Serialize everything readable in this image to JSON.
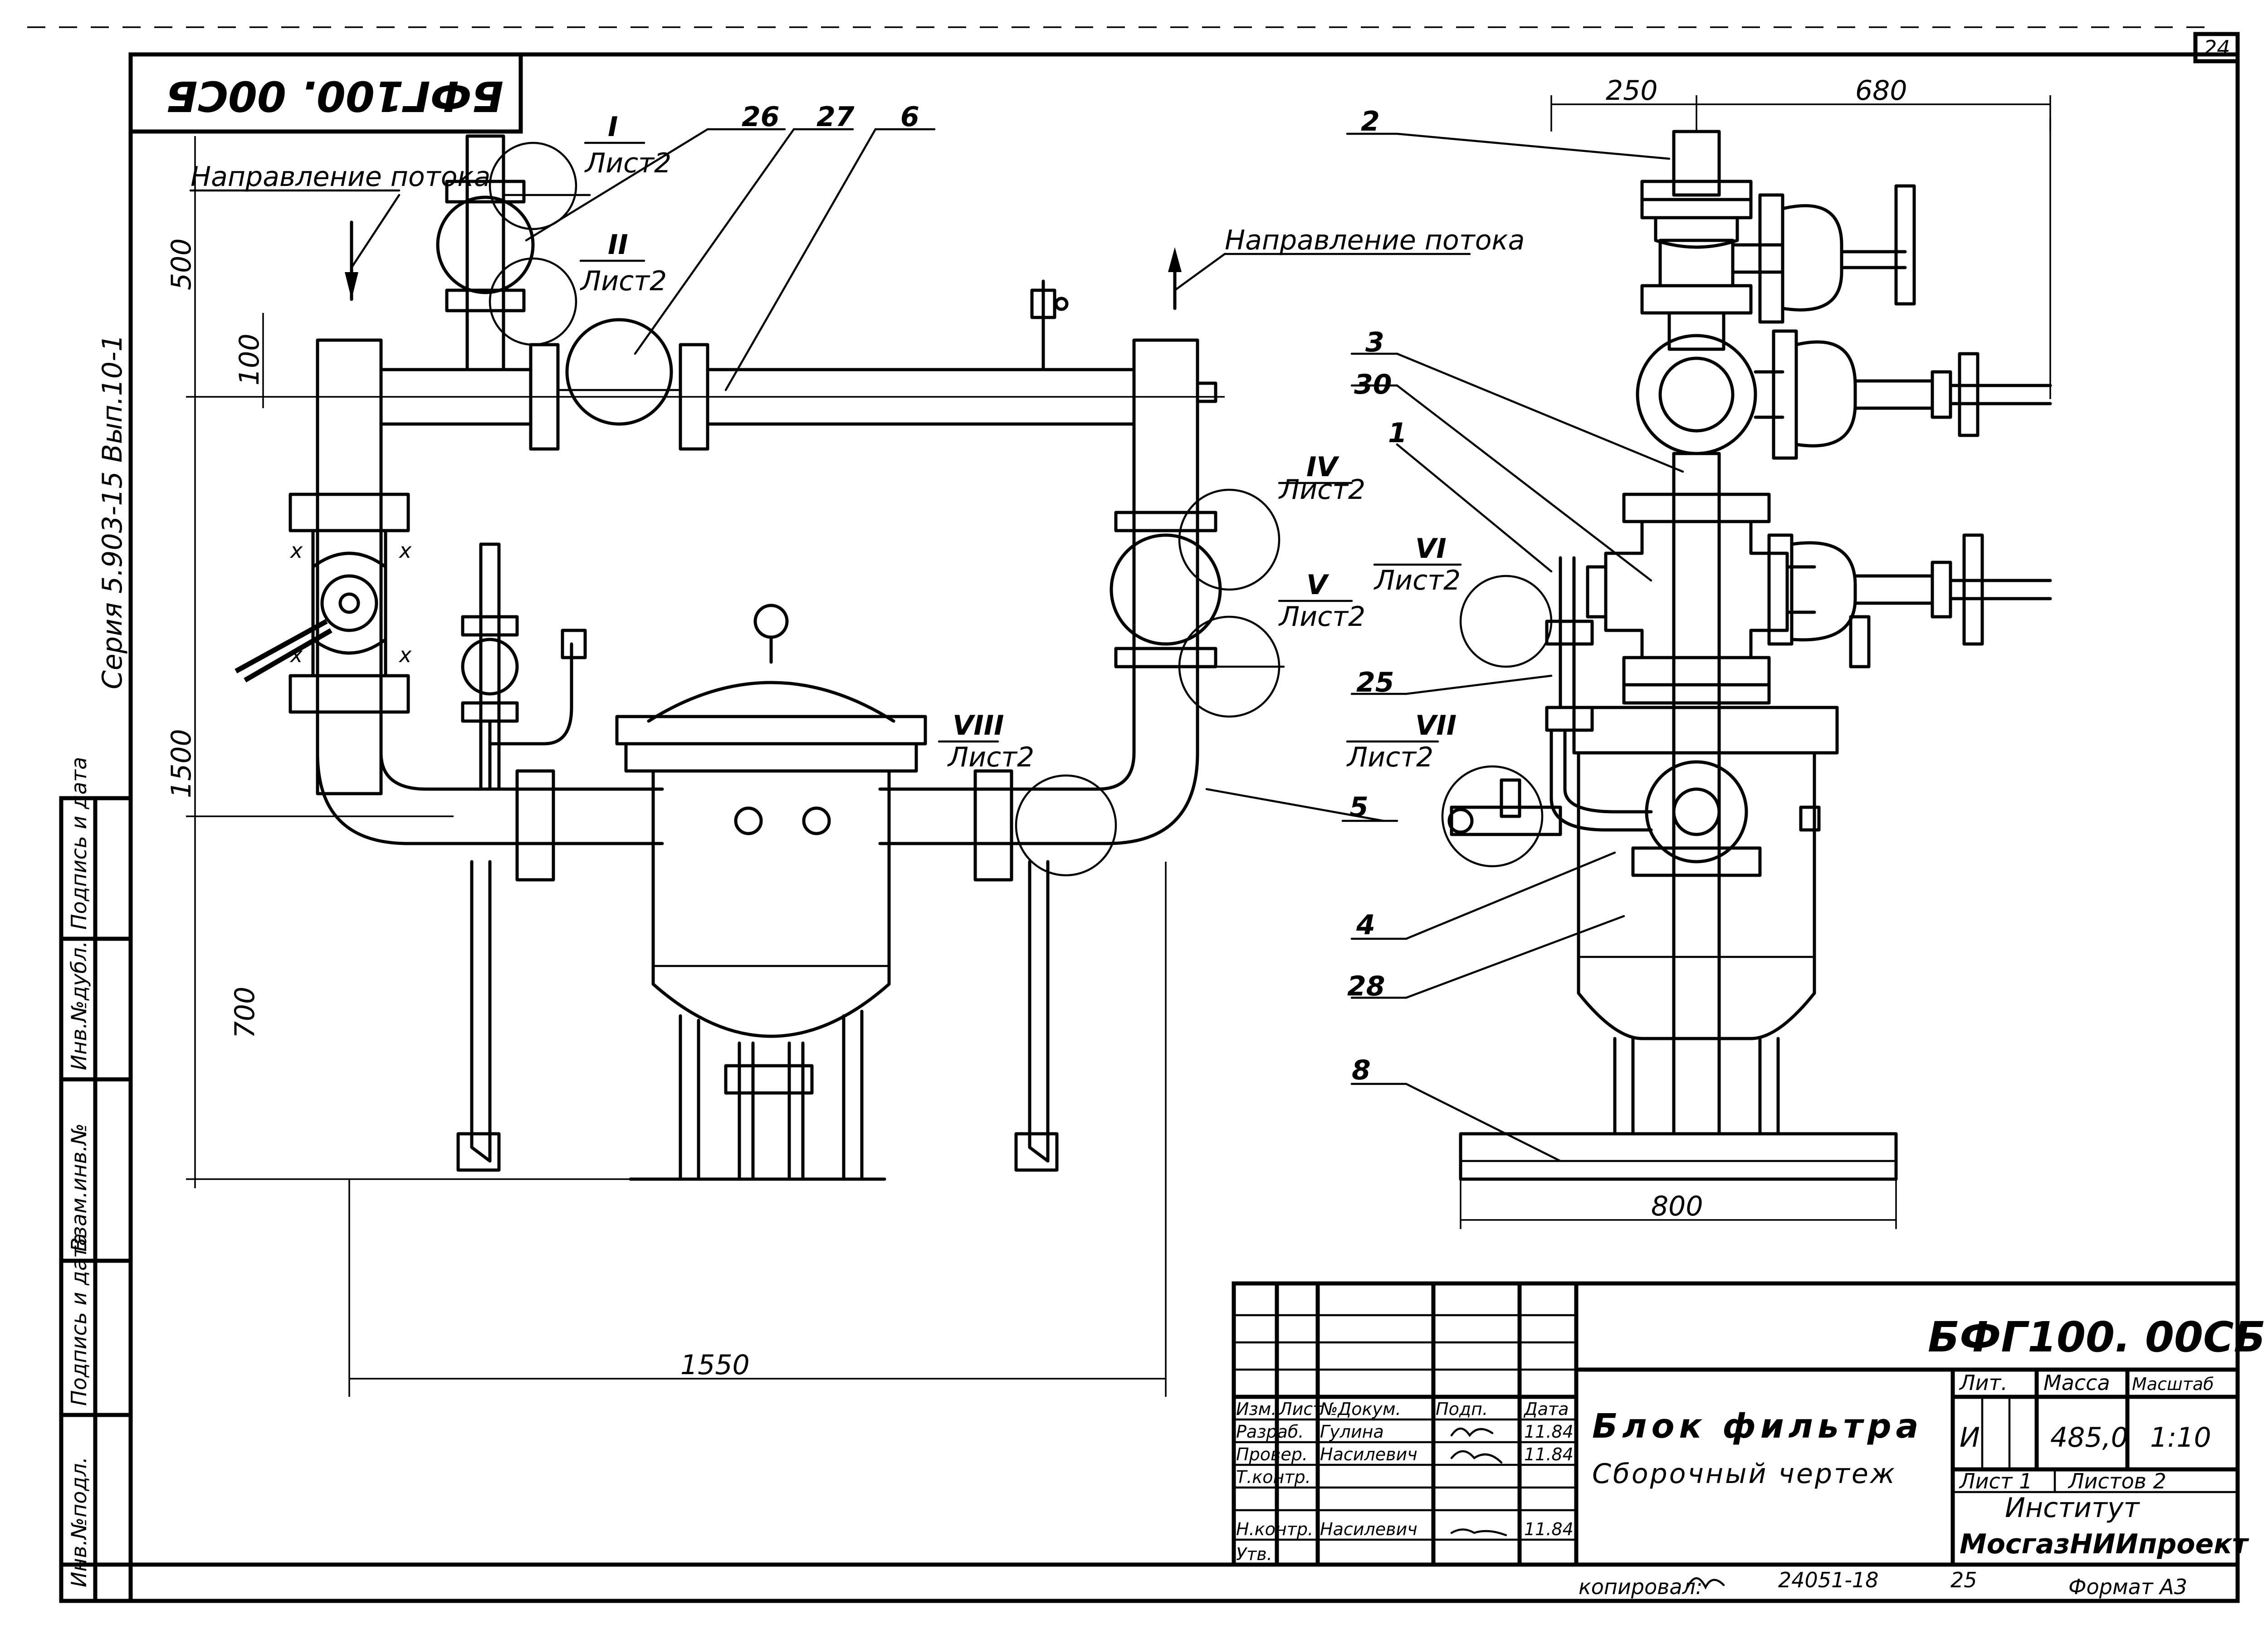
{
  "sheet_number": "24",
  "stamp_code_rotated": "БФГ100. 00СБ",
  "series": "Серия 5.903-15 Вып.10-1",
  "flow_direction": "Направление потока",
  "callouts": {
    "c26": "26",
    "c27": "27",
    "c6": "6",
    "c2": "2",
    "c3": "3",
    "c30": "30",
    "c1": "1",
    "c25": "25",
    "c5": "5",
    "c4": "4",
    "c28": "28",
    "c8": "8"
  },
  "details": {
    "I": "I",
    "II": "II",
    "IV": "IV",
    "V": "V",
    "VI": "VI",
    "VII": "VII",
    "VIII": "VIII",
    "sheet": "Лист2"
  },
  "dimensions": {
    "d500": "500",
    "d100": "100",
    "d1500": "1500",
    "d700": "700",
    "d1550": "1550",
    "d250": "250",
    "d680": "680",
    "d800": "800"
  },
  "left_strip": [
    "Инв.№подл.",
    "Подпись и дата",
    "Взам.инв.№",
    "Инв.№дубл.",
    "Подпись и дата"
  ],
  "title_block": {
    "code": "БФГ100. 00СБ",
    "name1": "Блок фильтра",
    "name2": "Сборочный чертеж",
    "lit_label": "Лит.",
    "mass_label": "Масса",
    "scale_label": "Масштаб",
    "lit_value": "И",
    "mass_value": "485,0",
    "scale_value": "1:10",
    "sheet_label": "Лист 1",
    "sheets_label": "Листов 2",
    "org1": "Институт",
    "org2": "МосгазНИИпроект",
    "headers": [
      "Изм.",
      "Лист",
      "№Докум.",
      "Подп.",
      "Дата"
    ],
    "rows": [
      {
        "role": "Разраб.",
        "name": "Гулина",
        "date": "11.84"
      },
      {
        "role": "Провер.",
        "name": "Насилевич",
        "date": "11.84"
      },
      {
        "role": "Т.контр.",
        "name": "",
        "date": ""
      },
      {
        "role": "Н.контр.",
        "name": "Насилевич",
        "date": "11.84"
      },
      {
        "role": "Утв.",
        "name": "",
        "date": ""
      }
    ]
  },
  "footer": {
    "copied": "копировал:",
    "number": "24051-18",
    "page": "25",
    "format": "Формат А3"
  }
}
